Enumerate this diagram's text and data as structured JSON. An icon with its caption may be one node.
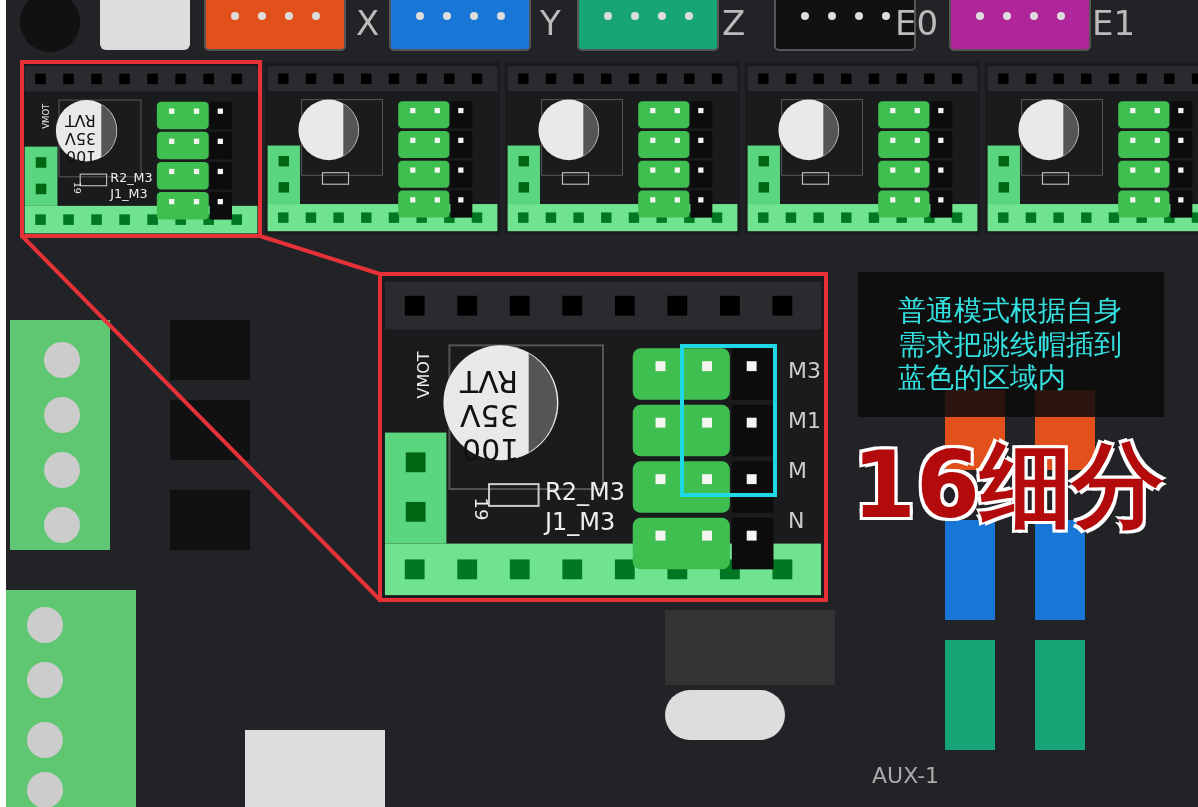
{
  "diagram": {
    "nodes": [
      {
        "text": [],
        "shape": "box"
      },
      {
        "text": [],
        "shape": "box"
      },
      {
        "text": [],
        "shape": "box",
        "in": 1
      },
      {
        "text": [
          "普通模式根据自身需求把跳线帽插到蓝色的区域内"
        ]
      }
    ],
    "edges": [
      {
        "from": 0,
        "to": 1,
        "arrow": "none",
        "color": "#e53238"
      },
      {
        "from": 0,
        "to": 1,
        "arrow": "none",
        "color": "#e53238"
      }
    ],
    "labels": [
      "X",
      "Y",
      "Z",
      "E0",
      "E1",
      "VMOT",
      "RVT",
      "35V",
      "100",
      "R2_M3",
      "J1_M3",
      "19",
      "VMOT",
      "RVT",
      "35V",
      "100",
      "R2_M3",
      "J1_M3",
      "19",
      "M3",
      "M1",
      "M",
      "N",
      "16细分",
      "AUX-1"
    ]
  }
}
